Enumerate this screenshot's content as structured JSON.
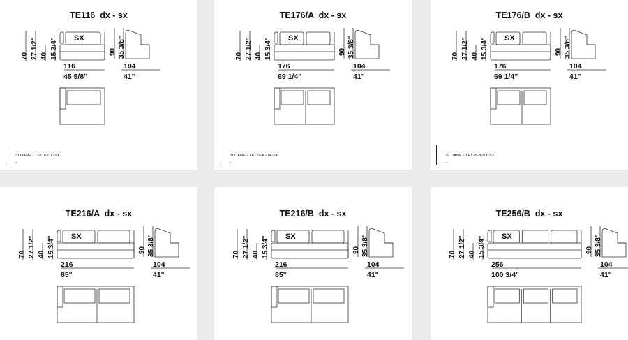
{
  "cards": [
    {
      "title": "TE116  dx - sx",
      "sx_label": "SX",
      "width_cm": "116",
      "width_in": "45 5/8\"",
      "depth_cm": "104",
      "depth_in": "41\"",
      "h_total_cm": "70",
      "h_total_in": "27 1/2\"",
      "h_seat_cm": "40",
      "h_seat_in": "15 3/4\"",
      "h_side_cm": "90",
      "h_side_in": "35 3/8\"",
      "cushions": 1,
      "footer_code": "SLOANE - TE116-DX-SX",
      "footer_extra": "-"
    },
    {
      "title": "TE176/A  dx - sx",
      "sx_label": "SX",
      "width_cm": "176",
      "width_in": "69 1/4\"",
      "depth_cm": "104",
      "depth_in": "41\"",
      "h_total_cm": "70",
      "h_total_in": "27 1/2\"",
      "h_seat_cm": "40",
      "h_seat_in": "15 3/4\"",
      "h_side_cm": "90",
      "h_side_in": "35 3/8\"",
      "cushions": 2,
      "footer_code": "SLOANE - TE176-A-DX-SX",
      "footer_extra": "-"
    },
    {
      "title": "TE176/B  dx - sx",
      "sx_label": "SX",
      "width_cm": "176",
      "width_in": "69 1/4\"",
      "depth_cm": "104",
      "depth_in": "41\"",
      "h_total_cm": "70",
      "h_total_in": "27 1/2\"",
      "h_seat_cm": "40",
      "h_seat_in": "15 3/4\"",
      "h_side_cm": "90",
      "h_side_in": "35 3/8\"",
      "cushions": 2,
      "footer_code": "SLOANE - TE176-B-DX-SX",
      "footer_extra": "-"
    },
    {
      "title": "TE216/A  dx - sx",
      "sx_label": "SX",
      "width_cm": "216",
      "width_in": "85\"",
      "depth_cm": "104",
      "depth_in": "41\"",
      "h_total_cm": "70",
      "h_total_in": "27 1/2\"",
      "h_seat_cm": "40",
      "h_seat_in": "15 3/4\"",
      "h_side_cm": "90",
      "h_side_in": "35 3/8\"",
      "cushions": 2
    },
    {
      "title": "TE216/B  dx - sx",
      "sx_label": "SX",
      "width_cm": "216",
      "width_in": "85\"",
      "depth_cm": "104",
      "depth_in": "41\"",
      "h_total_cm": "70",
      "h_total_in": "27 1/2\"",
      "h_seat_cm": "40",
      "h_seat_in": "15 3/4\"",
      "h_side_cm": "90",
      "h_side_in": "35 3/8\"",
      "cushions": 2
    },
    {
      "title": "TE256/B  dx - sx",
      "sx_label": "SX",
      "width_cm": "256",
      "width_in": "100 3/4\"",
      "depth_cm": "104",
      "depth_in": "41\"",
      "h_total_cm": "70",
      "h_total_in": "27 1/2\"",
      "h_seat_cm": "40",
      "h_seat_in": "15 3/4\"",
      "h_side_cm": "90",
      "h_side_in": "35 3/8\"",
      "cushions": 3
    }
  ]
}
